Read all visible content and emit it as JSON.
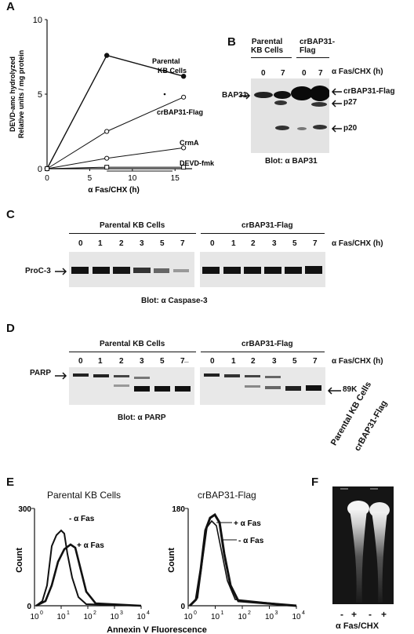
{
  "panels": {
    "A": {
      "label": "A",
      "chart_data": {
        "type": "line",
        "ylabel_line1": "DEVD-amc hydrolyzed",
        "ylabel_line2": "Relative units / mg protein",
        "xlabel": "α Fas/CHX  (h)",
        "xlim": [
          0,
          17
        ],
        "ylim": [
          0,
          10
        ],
        "xticks": [
          "0",
          "5",
          "10",
          "15"
        ],
        "yticks": [
          "0",
          "5",
          "10"
        ],
        "series": [
          {
            "name": "Parental KB Cells",
            "label_line1": "Parental",
            "label_line2": "KB Cells",
            "marker": "filled-circle",
            "x": [
              0,
              7,
              16
            ],
            "y": [
              0,
              7.6,
              6.2
            ]
          },
          {
            "name": "crBAP31-Flag",
            "marker": "open-circle",
            "x": [
              0,
              7,
              16
            ],
            "y": [
              0,
              2.5,
              4.8
            ]
          },
          {
            "name": "CrmA",
            "marker": "open-circle",
            "x": [
              0,
              7,
              16
            ],
            "y": [
              0,
              0.7,
              1.4
            ]
          },
          {
            "name": "DEVD-fmk",
            "marker": "open-square",
            "x": [
              0,
              7,
              16
            ],
            "y": [
              0,
              0.1,
              0.1
            ]
          }
        ]
      }
    },
    "B": {
      "label": "B",
      "group1": "Parental KB Cells",
      "group1_line1": "Parental",
      "group1_line2": "KB Cells",
      "group2_line1": "crBAP31-",
      "group2_line2": "Flag",
      "treatment": "α Fas/CHX (h)",
      "lanes": [
        "0",
        "7",
        "0",
        "7"
      ],
      "left_marker": "BAP31",
      "right_markers": [
        "crBAP31-Flag",
        "p27",
        "p20"
      ],
      "blot_caption": "Blot:  α BAP31"
    },
    "C": {
      "label": "C",
      "group1": "Parental KB Cells",
      "group2": "crBAP31-Flag",
      "treatment": "α Fas/CHX (h)",
      "lanes1": [
        "0",
        "1",
        "2",
        "3",
        "5",
        "7"
      ],
      "lanes2": [
        "0",
        "1",
        "2",
        "3",
        "5",
        "7"
      ],
      "left_marker": "ProC-3",
      "blot_caption": "Blot:  α Caspase-3"
    },
    "D": {
      "label": "D",
      "group1": "Parental KB Cells",
      "group2": "crBAP31-Flag",
      "treatment": "α Fas/CHX (h)",
      "lanes1": [
        "0",
        "1",
        "2",
        "3",
        "5",
        "7"
      ],
      "lanes2": [
        "0",
        "1",
        "2",
        "3",
        "5",
        "7"
      ],
      "left_marker": "PARP",
      "right_marker": "89K",
      "blot_caption": "Blot:  α  PARP"
    },
    "E": {
      "label": "E",
      "xlabel": "Annexin V Fluorescence",
      "hist1": {
        "title": "Parental KB Cells",
        "ylabel": "Count",
        "ymax": "300",
        "ymin": "0",
        "ann_minus": "- α Fas",
        "ann_plus": "+ α Fas"
      },
      "hist2": {
        "title": "crBAP31-Flag",
        "ylabel": "Count",
        "ymax": "180",
        "ymin": "0",
        "ann_plus": "+ α Fas",
        "ann_minus": "- α Fas"
      },
      "xticks": [
        "10",
        "10",
        "10",
        "10",
        "10"
      ],
      "xtick_exps": [
        "0",
        "1",
        "2",
        "3",
        "4"
      ]
    },
    "F": {
      "label": "F",
      "lane_label1": "Parental KB Cells",
      "lane_label2": "crBAP31-Flag",
      "signs": [
        "-",
        "+",
        "-",
        "+"
      ],
      "treatment": "α Fas/CHX"
    }
  }
}
